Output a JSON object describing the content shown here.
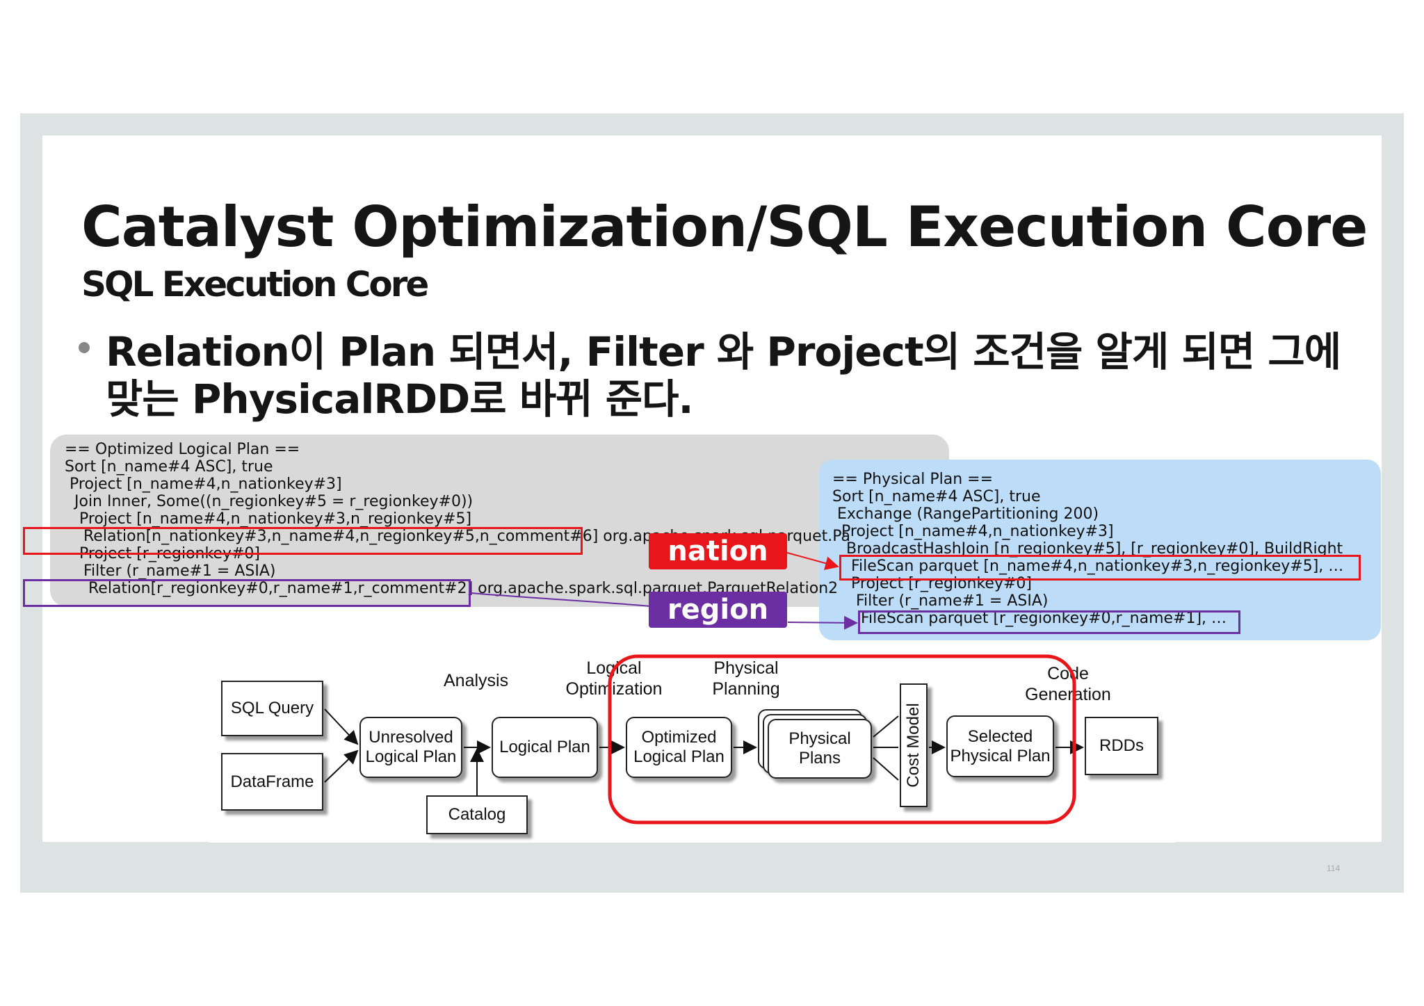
{
  "slide": {
    "title": "Catalyst Optimization/SQL Execution Core",
    "subtitle": "SQL Execution Core",
    "bullet_line1": "Relation이 Plan 되면서, Filter 와 Project의 조건을 알게 되면 그에",
    "bullet_line2": "맞는 PhysicalRDD로 바뀌 준다.",
    "page_number": "114"
  },
  "logical_plan": {
    "lines": [
      "== Optimized Logical Plan ==",
      "Sort [n_name#4 ASC], true",
      " Project [n_name#4,n_nationkey#3]",
      "  Join Inner, Some((n_regionkey#5 = r_regionkey#0))",
      "   Project [n_name#4,n_nationkey#3,n_regionkey#5]",
      "    Relation[n_nationkey#3,n_name#4,n_regionkey#5,n_comment#6] org.apache.spark.sql.parquet.Pa",
      "   Project [r_regionkey#0]",
      "    Filter (r_name#1 = ASIA)",
      "     Relation[r_regionkey#0,r_name#1,r_comment#2] org.apache.spark.sql.parquet.ParquetRelation2"
    ]
  },
  "physical_plan": {
    "lines": [
      "== Physical Plan ==",
      "Sort [n_name#4 ASC], true",
      " Exchange (RangePartitioning 200)",
      "  Project [n_name#4,n_nationkey#3]",
      "   BroadcastHashJoin [n_regionkey#5], [r_regionkey#0], BuildRight",
      "    FileScan parquet [n_name#4,n_nationkey#3,n_regionkey#5], …",
      "    Project [r_regionkey#0]",
      "     Filter (r_name#1 = ASIA)",
      "      FileScan parquet [r_regionkey#0,r_name#1], …"
    ]
  },
  "tags": {
    "nation": "nation",
    "region": "region"
  },
  "colors": {
    "nation": "#e8161a",
    "region": "#6b2fa3",
    "logical_panel": "#d9d9d9",
    "physical_panel": "#bcdcf8"
  },
  "diagram": {
    "sql_query": "SQL Query",
    "dataframe": "DataFrame",
    "unresolved_logical_plan": "Unresolved Logical Plan",
    "logical_plan": "Logical Plan",
    "optimized_logical_plan": "Optimized Logical Plan",
    "physical_plans": "Physical Plans",
    "cost_model": "Cost Model",
    "selected_physical_plan": "Selected Physical Plan",
    "rdds": "RDDs",
    "catalog": "Catalog",
    "phase_analysis": "Analysis",
    "phase_logical_optimization": "Logical Optimization",
    "phase_physical_planning": "Physical Planning",
    "phase_code_generation": "Code Generation"
  }
}
